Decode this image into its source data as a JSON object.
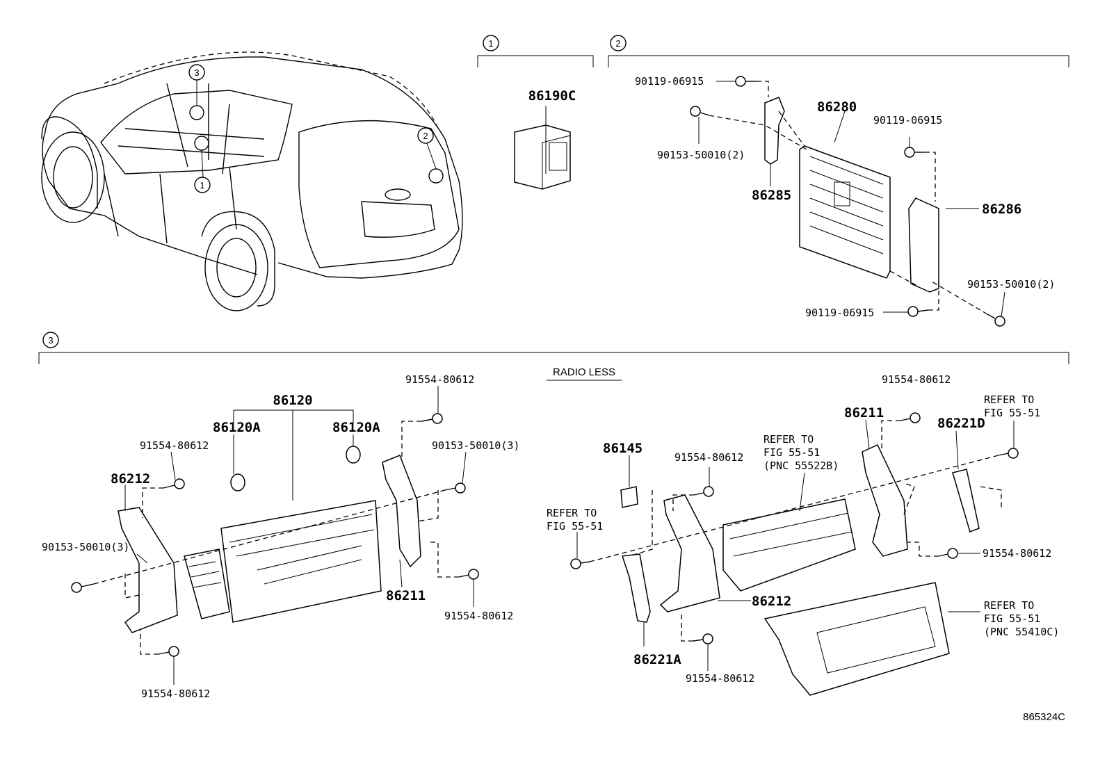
{
  "diagram_code": "865324C",
  "sections": {
    "s1": {
      "number": "1"
    },
    "s2": {
      "number": "2"
    },
    "s3": {
      "number": "3",
      "subheading": "RADIO LESS"
    }
  },
  "vehicle_callouts": [
    "3",
    "2",
    "1"
  ],
  "parts": {
    "p86190C": "86190C",
    "p86280": "86280",
    "p86285": "86285",
    "p86286": "86286",
    "p90119_a": "90119-06915",
    "p90119_b": "90119-06915",
    "p90119_c": "90119-06915",
    "p90153_a": "90153-50010(2)",
    "p90153_b": "90153-50010(2)",
    "p86120": "86120",
    "p86120A_l": "86120A",
    "p86120A_r": "86120A",
    "p86212_l": "86212",
    "p86211_l": "86211",
    "p91554_l1": "91554-80612",
    "p91554_l2": "91554-80612",
    "p91554_l3": "91554-80612",
    "p91554_l4": "91554-80612",
    "p90153_c": "90153-50010(3)",
    "p90153_d": "90153-50010(3)",
    "p86145": "86145",
    "p91554_r1": "91554-80612",
    "p91554_r2": "91554-80612",
    "p91554_r3": "91554-80612",
    "p91554_r4": "91554-80612",
    "p86211_r": "86211",
    "p86221D": "86221D",
    "p86212_r": "86212",
    "p86221A": "86221A"
  },
  "refer": {
    "r1": [
      "REFER TO",
      "FIG 55-51"
    ],
    "r2": [
      "REFER TO",
      "FIG 55-51",
      "(PNC 55522B)"
    ],
    "r3": [
      "REFER TO",
      "FIG 55-51"
    ],
    "r4": [
      "REFER TO",
      "FIG 55-51",
      "(PNC 55410C)"
    ]
  }
}
